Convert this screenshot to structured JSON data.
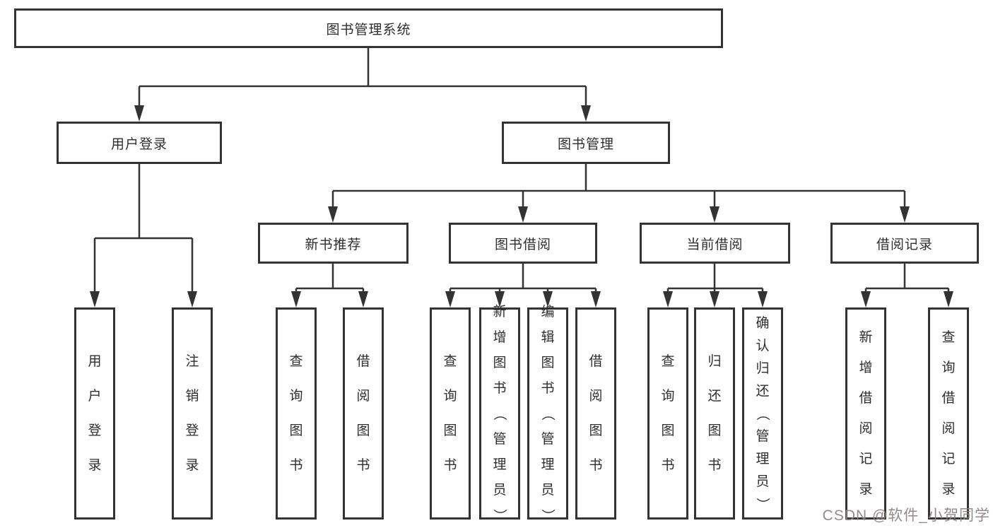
{
  "diagram": {
    "root": "图书管理系统",
    "login": "用户登录",
    "mgmt": "图书管理",
    "loginChildren": [
      "用户登录",
      "注销登录"
    ],
    "modules": [
      "新书推荐",
      "图书借阅",
      "当前借阅",
      "借阅记录"
    ],
    "newBookChildren": [
      "查询图书",
      "借阅图书"
    ],
    "borrowChildren": [
      "查询图书",
      "新增图书（管理员）",
      "编辑图书（管理员）",
      "借阅图书"
    ],
    "currentChildren": [
      "查询图书",
      "归还图书",
      "确认归还（管理员）"
    ],
    "recordChildren": [
      "新增借阅记录",
      "查询借阅记录"
    ]
  },
  "colors": {
    "line": "#333333",
    "box_border": "#333333",
    "text": "#2e2e2e",
    "watermark": "#8f8383"
  },
  "watermark": {
    "text": "CSDN @软件_小贺同学"
  }
}
